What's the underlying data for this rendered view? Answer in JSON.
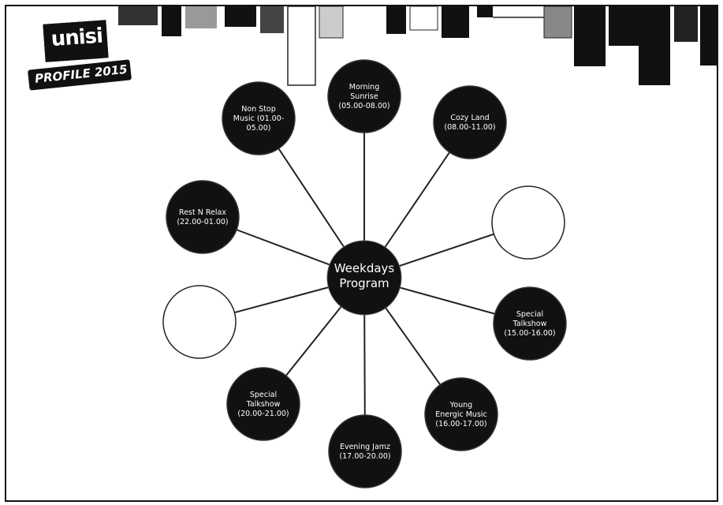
{
  "logo": {
    "brand": "unisi",
    "ribbon": "PROFILE 2015"
  },
  "diagram": {
    "center": {
      "lines": [
        "Weekdays",
        "Program"
      ]
    },
    "nodes": [
      {
        "name": "node-morning-sunrise",
        "fill": "dark",
        "lines": [
          "Morning",
          "Sunrise",
          "(05.00-08.00)"
        ]
      },
      {
        "name": "node-cozy-land",
        "fill": "dark",
        "lines": [
          "Cozy Land",
          "(08.00-11.00)"
        ]
      },
      {
        "name": "node-blank-right",
        "fill": "light",
        "lines": []
      },
      {
        "name": "node-special-talkshow-1",
        "fill": "dark",
        "lines": [
          "Special",
          "Talkshow",
          "(15.00-16.00)"
        ]
      },
      {
        "name": "node-young-energic-music",
        "fill": "dark",
        "lines": [
          "Young",
          "Energic Music",
          "(16.00-17.00)"
        ]
      },
      {
        "name": "node-evening-jamz",
        "fill": "dark",
        "lines": [
          "Evening Jamz",
          "(17.00-20.00)"
        ]
      },
      {
        "name": "node-special-talkshow-2",
        "fill": "dark",
        "lines": [
          "Special",
          "Talkshow",
          "(20.00-21.00)"
        ]
      },
      {
        "name": "node-blank-left",
        "fill": "light",
        "lines": []
      },
      {
        "name": "node-rest-n-relax",
        "fill": "dark",
        "lines": [
          "Rest N Relax",
          "(22.00-01.00)"
        ]
      },
      {
        "name": "node-non-stop-music",
        "fill": "dark",
        "lines": [
          "Non Stop",
          "Music (01.00-",
          "05.00)"
        ]
      }
    ]
  }
}
